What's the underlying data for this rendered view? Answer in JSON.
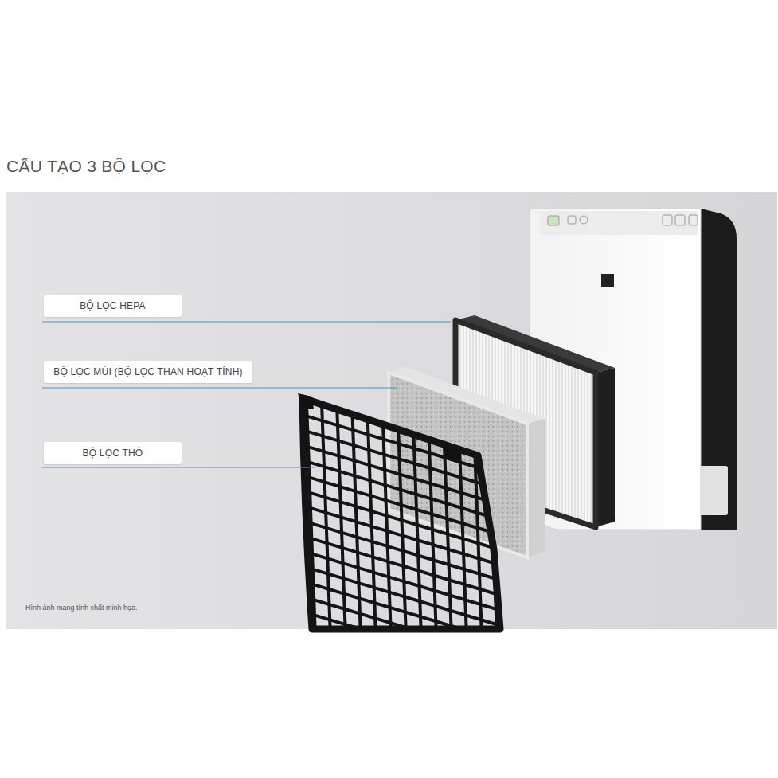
{
  "diagram": {
    "title": "CẤU TẠO 3 BỘ LỌC",
    "nodes": [
      {
        "text": [
          "BỘ LỌC HEPA"
        ]
      },
      {
        "text": [
          "BỘ LỌC MÙI (BỘ LỌC THAN HOẠT TÍNH)"
        ]
      },
      {
        "text": [
          "BỘ LỌC THÔ"
        ]
      }
    ],
    "labels": [
      "Hình ảnh mang tính chất minh họa."
    ]
  }
}
